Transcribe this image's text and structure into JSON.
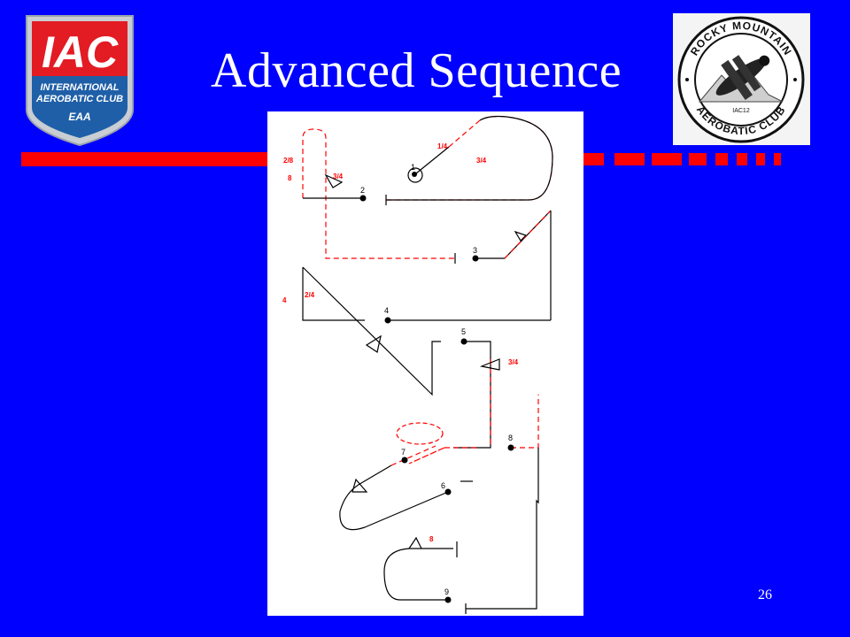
{
  "slide": {
    "title": "Advanced Sequence",
    "page_number": "26"
  },
  "iac_logo": {
    "mark": "IAC",
    "line1": "INTERNATIONAL",
    "line2": "AEROBATIC CLUB",
    "eaa": "EAA",
    "colors": {
      "red": "#e31b23",
      "blue": "#1f5fa8",
      "silver": "#c9ced4"
    }
  },
  "club_logo": {
    "top_text": "ROCKY MOUNTAIN",
    "bottom_text": "AEROBATIC CLUB",
    "chapter": "IAC12"
  },
  "colors": {
    "background": "#0000ff",
    "accent_red": "#ff0000",
    "figure_line": "#000000"
  },
  "figures": {
    "n1": "1",
    "n2": "2",
    "n3": "3",
    "n4": "4",
    "n5": "5",
    "n6": "6",
    "n7": "7",
    "n8": "8",
    "n9": "9"
  },
  "roll_labels": {
    "r1_quarter": "1/4",
    "r1_three_quarter": "3/4",
    "r2_two_eighths": "2/8",
    "r2_eight": "8",
    "r2_three_quarter": "3/4",
    "r4_two_quarters": "2/4",
    "r4_four": "4",
    "r5_three_quarter": "3/4",
    "r9_eight": "8"
  }
}
